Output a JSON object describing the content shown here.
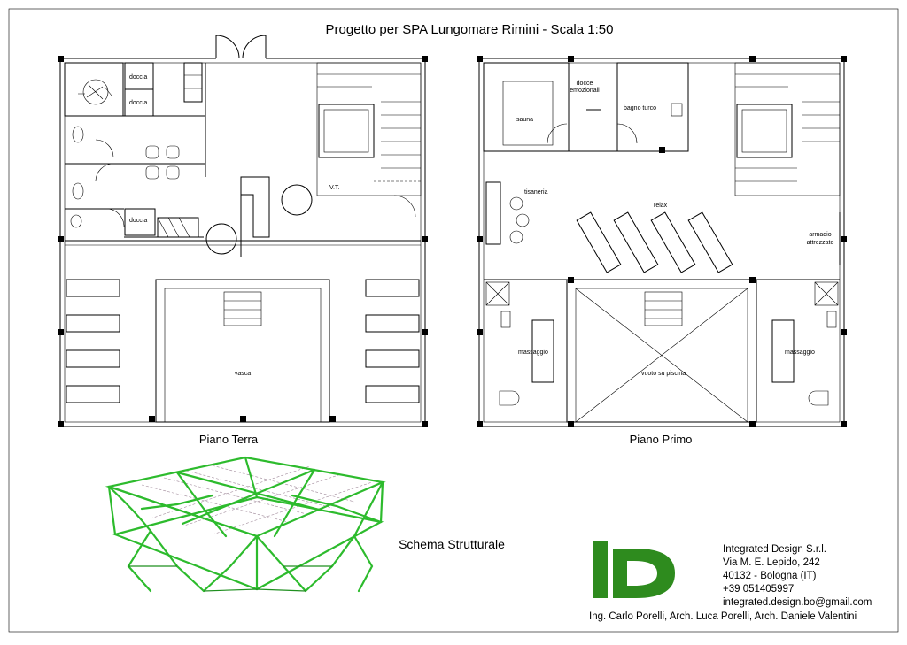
{
  "title": "Progetto per SPA Lungomare Rimini  -  Scala 1:50",
  "ground_floor": {
    "caption": "Piano Terra",
    "labels": {
      "doccia_1": "doccia",
      "doccia_2": "doccia",
      "doccia_3": "doccia",
      "vt": "V.T.",
      "vasca": "vasca"
    }
  },
  "first_floor": {
    "caption": "Piano Primo",
    "labels": {
      "docce_1": "docce",
      "docce_2": "emozionali",
      "sauna": "sauna",
      "bagno_turco": "bagno turco",
      "tisaneria": "tisaneria",
      "relax": "relax",
      "armadio_1": "armadio",
      "armadio_2": "attrezzato",
      "massaggio_left": "massaggio",
      "vuoto": "vuoto su piscina",
      "massaggio_right": "massaggio"
    }
  },
  "structure": {
    "caption": "Schema Strutturale",
    "beam_color": "#2dbb2d"
  },
  "company": {
    "logo_text": "iD",
    "logo_color": "#2e8b1e",
    "lines": [
      "Integrated Design S.r.l.",
      "Via M. E. Lepido, 242",
      "40132 - Bologna (IT)",
      "+39 051405997",
      "integrated.design.bo@gmail.com"
    ],
    "authors": "Ing. Carlo Porelli,  Arch. Luca Porelli,  Arch. Daniele Valentini"
  }
}
